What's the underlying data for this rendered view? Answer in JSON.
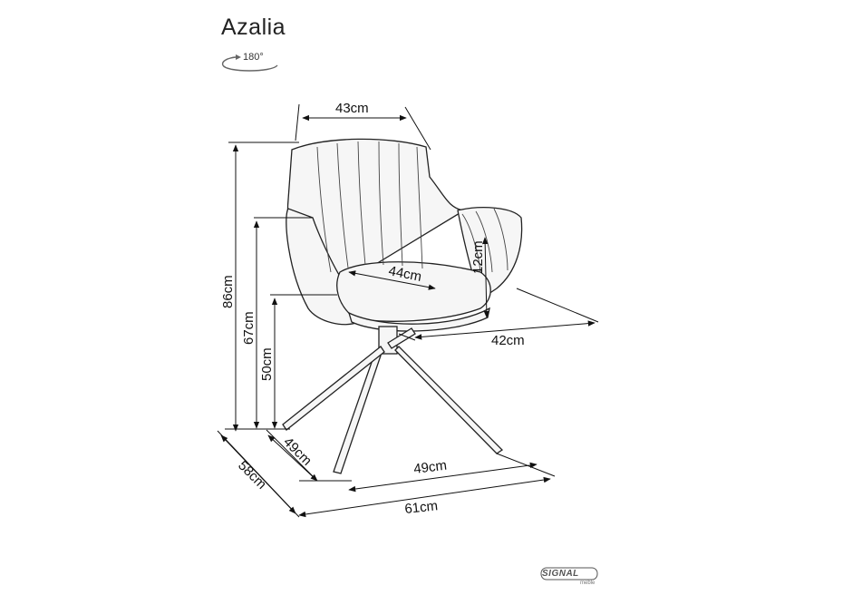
{
  "product": {
    "name": "Azalia",
    "rotation_label": "180°"
  },
  "dimensions": {
    "seat_back_width": "43cm",
    "total_height": "86cm",
    "armrest_height": "67cm",
    "seat_height": "50cm",
    "seat_depth": "44cm",
    "armrest_rise": "12cm",
    "seat_width": "42cm",
    "base_depth": "49cm",
    "base_width": "49cm",
    "total_depth": "58cm",
    "total_width": "61cm"
  },
  "brand": {
    "logo_text": "SIGNAL",
    "logo_subtext": "meble"
  },
  "colors": {
    "line": "#111111",
    "chair_fill": "#f6f6f6"
  }
}
